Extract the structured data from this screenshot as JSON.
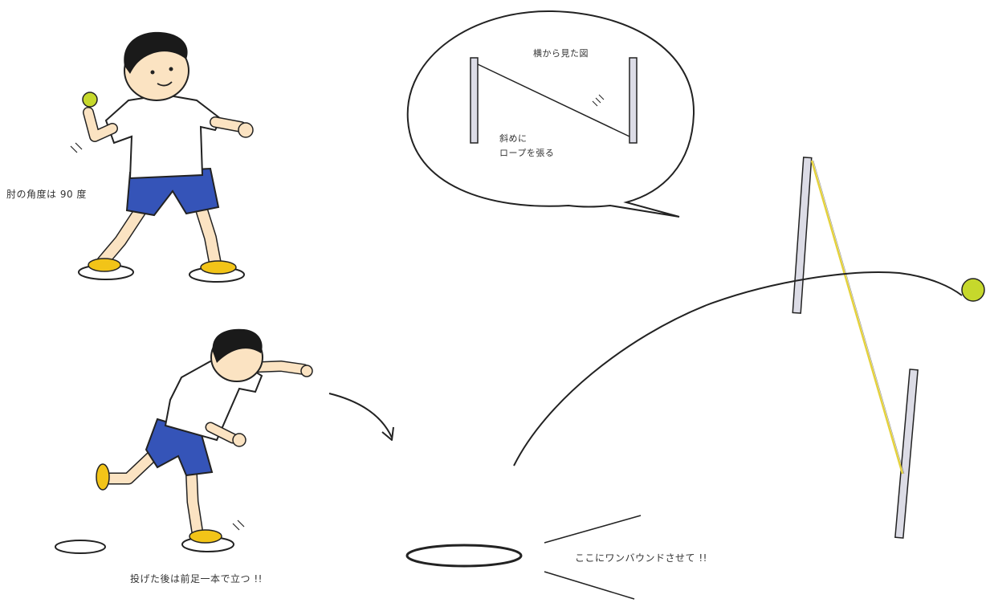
{
  "labels": {
    "shoulder_angle": "肘の角度は 90 度",
    "side_view": "横から見た図",
    "diagonal_rope_1": "斜めに",
    "diagonal_rope_2": "ロープを張る",
    "after_throw": "投げた後は前足一本で立つ !!",
    "bounce_here": "ここにワンバウンドさせて !!"
  },
  "colors": {
    "shirt": "#ffffff",
    "shorts": "#3554b8",
    "shoes": "#f2c418",
    "skin": "#fbe3c2",
    "hair": "#1a1a1a",
    "ball": "#c6d82c",
    "pole": "#dcdce6",
    "rope": "#e4d13c",
    "ink": "#222222"
  },
  "icons": [
    "boy-ready-figure",
    "boy-throwing-figure",
    "speech-bubble",
    "pole-icon",
    "ball-icon",
    "landing-ring-icon",
    "arrow-icon"
  ]
}
